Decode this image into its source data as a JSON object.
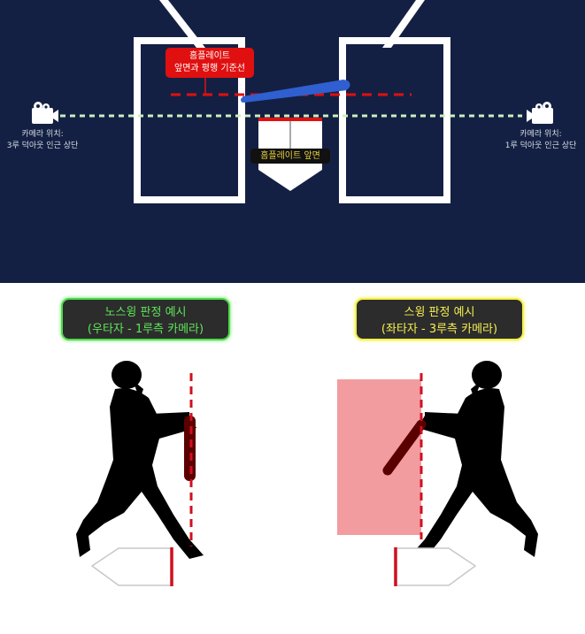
{
  "top_diagram": {
    "background_color": "#142043",
    "reference_line_callout": {
      "line1": "홈플레이트",
      "line2": "앞면과 평행 기준선",
      "color": "#e01010"
    },
    "home_plate_label": "홈플레이트 앞면",
    "camera_left": {
      "icon": "video-camera-icon",
      "line1": "카메라 위치:",
      "line2": "3루 덕아웃 인근 상단"
    },
    "camera_right": {
      "icon": "video-camera-icon",
      "line1": "카메라 위치:",
      "line2": "1루 덕아웃 인근 상단"
    },
    "bat_color": "#2f5fd0",
    "sightline_color": "#c8f0c0"
  },
  "examples": [
    {
      "title_line1": "노스윙 판정 예시",
      "title_line2": "(우타자 - 1루측 카메라)",
      "accent": "#5ee65a",
      "result": "no-swing"
    },
    {
      "title_line1": "스윙 판정 예시",
      "title_line2": "(좌타자 - 3루측 카메라)",
      "accent": "#f6f050",
      "result": "swing",
      "highlight_color": "#f29ca0"
    }
  ]
}
